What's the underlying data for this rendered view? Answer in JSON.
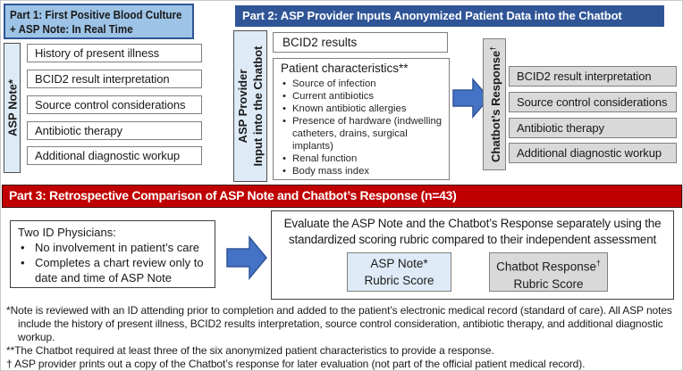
{
  "colors": {
    "part1_header_bg": "#9DC3E6",
    "dark_blue": "#2F5597",
    "light_blue": "#DEEBF7",
    "gray": "#D9D9D9",
    "red": "#C00000",
    "arrow_fill": "#4472C4"
  },
  "part1": {
    "header_line1": "Part 1: First Positive Blood Culture",
    "header_line2": "+ ASP Note: In Real Time",
    "side_label": "ASP Note*",
    "items": [
      "History of present illness",
      "BCID2 result interpretation",
      "Source control considerations",
      "Antibiotic therapy",
      "Additional diagnostic workup"
    ]
  },
  "part2": {
    "header": "Part 2: ASP Provider Inputs Anonymized Patient Data into the Chatbot",
    "input_label_line1": "ASP Provider",
    "input_label_line2": "Input into the Chatbot",
    "bcid_box": "BCID2 results",
    "patient_box_title": "Patient characteristics**",
    "patient_bullets": [
      "Source of infection",
      "Current antibiotics",
      "Known antibiotic allergies",
      "Presence of hardware (indwelling catheters, drains, surgical implants)",
      "Renal function",
      "Body mass index"
    ],
    "response_label": "Chatbot’s Response",
    "response_label_sup": "†",
    "response_items": [
      "BCID2 result interpretation",
      "Source control considerations",
      "Antibiotic therapy",
      "Additional diagnostic workup"
    ]
  },
  "part3": {
    "header": "Part 3: Retrospective Comparison of ASP Note and Chatbot’s Response (n=43)",
    "physicians_title": "Two ID Physicians:",
    "physicians_bullets": [
      "No involvement in patient’s care",
      "Completes a chart review only to date and time of ASP Note"
    ],
    "evaluate_line1": "Evaluate the ASP Note and the Chatbot’s Response separately using the",
    "evaluate_line2": "standardized scoring rubric compared to their independent assessment",
    "score_blue_line1": "ASP Note*",
    "score_blue_line2": "Rubric Score",
    "score_gray_line1": "Chatbot Response",
    "score_gray_sup": "†",
    "score_gray_line2": "Rubric Score"
  },
  "footnotes": [
    {
      "marker": "*",
      "text": "Note is reviewed with an ID attending prior to completion and added to the patient’s electronic medical record (standard of care). All ASP notes include the history of present illness, BCID2 results interpretation, source control consideration, antibiotic therapy, and additional diagnostic workup."
    },
    {
      "marker": "**",
      "text": "The Chatbot required at least three of the six anonymized patient characteristics to provide a response."
    },
    {
      "marker": "†",
      "text": " ASP provider prints out a copy of the Chatbot’s response for later evaluation (not part of the official patient medical record)."
    }
  ]
}
